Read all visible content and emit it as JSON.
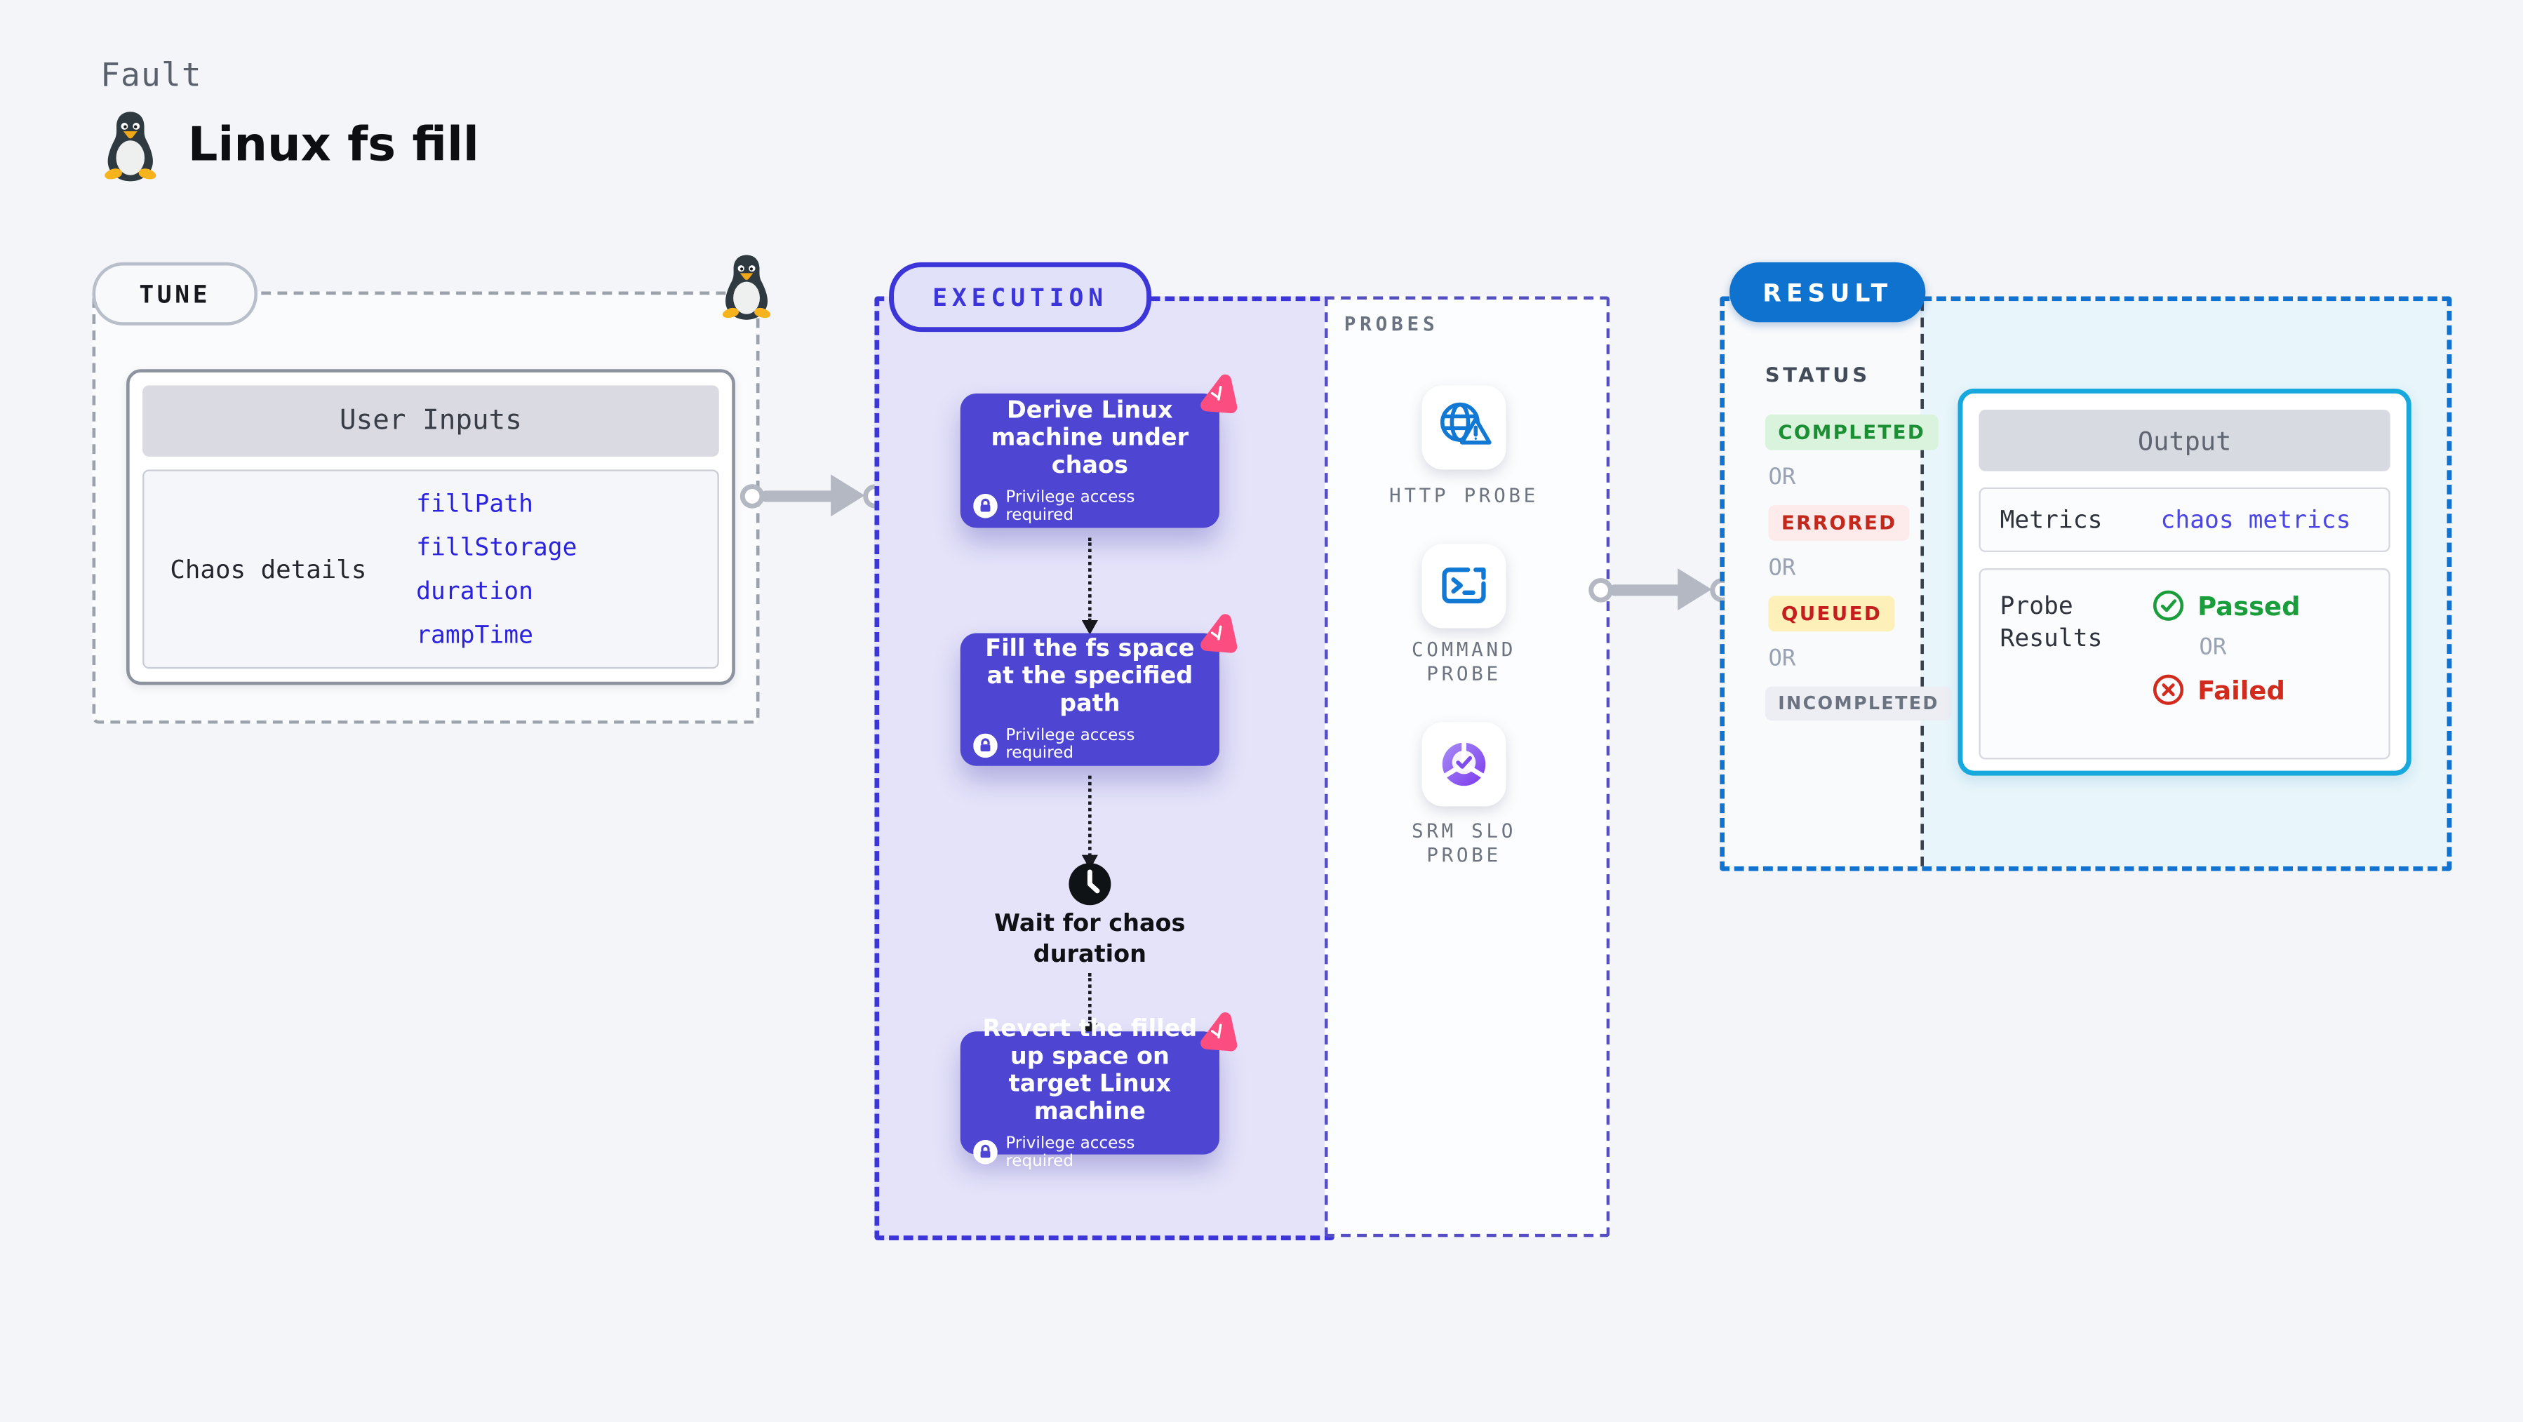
{
  "header": {
    "eyebrow": "Fault",
    "title": "Linux fs fill"
  },
  "tune": {
    "badge": "TUNE",
    "user_inputs": {
      "header": "User Inputs",
      "row_label": "Chaos details",
      "params": [
        "fillPath",
        "fillStorage",
        "duration",
        "rampTime"
      ]
    }
  },
  "execution": {
    "badge": "EXECUTION",
    "steps": [
      {
        "title": "Derive Linux machine under chaos",
        "note": "Privilege access required"
      },
      {
        "title": "Fill the fs space at the specified path",
        "note": "Privilege access required"
      },
      {
        "title": "Revert the filled up space on target Linux machine",
        "note": "Privilege access required"
      }
    ],
    "wait_label": "Wait for chaos duration"
  },
  "probes": {
    "label": "PROBES",
    "items": [
      {
        "label": "HTTP PROBE",
        "icon": "globe-alert-icon"
      },
      {
        "label": "COMMAND PROBE",
        "icon": "terminal-icon"
      },
      {
        "label": "SRM SLO PROBE",
        "icon": "slo-donut-icon"
      }
    ]
  },
  "result": {
    "badge": "RESULT",
    "status_label": "STATUS",
    "or_label": "OR",
    "statuses": [
      {
        "label": "COMPLETED",
        "fg": "#1b8f33",
        "bg": "#d9f3dc"
      },
      {
        "label": "ERRORED",
        "fg": "#c3281c",
        "bg": "#fdeaea"
      },
      {
        "label": "QUEUED",
        "fg": "#c41e1e",
        "bg": "#fdf0b8"
      },
      {
        "label": "INCOMPLETED",
        "fg": "#6b7280",
        "bg": "#eceef4"
      }
    ],
    "output": {
      "header": "Output",
      "metrics_label": "Metrics",
      "metrics_value": "chaos metrics",
      "probe_results_label": "Probe Results",
      "passed": "Passed",
      "or_label": "OR",
      "failed": "Failed"
    }
  },
  "colors": {
    "page_background": "#f3f5f8",
    "execution_fill": "#e4e3f9",
    "execution_border": "#3c35d8",
    "node_purple": "#4e46d2",
    "chaos_pink": "#fb4d80",
    "probe_blue": "#1178d4",
    "result_blue": "#0f72cf",
    "output_border_cyan": "#17a9dd",
    "passed_green": "#1a9e3c",
    "failed_red": "#d22b1e",
    "param_blue": "#2c23de"
  }
}
